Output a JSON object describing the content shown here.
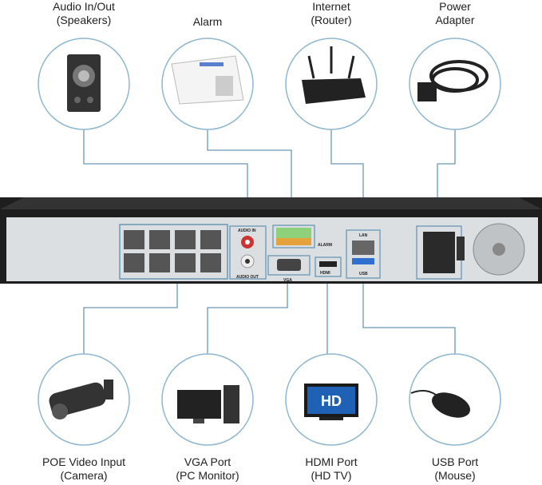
{
  "top_devices": [
    {
      "line1": "Audio In/Out",
      "line2": "(Speakers)",
      "icon": "speaker-icon"
    },
    {
      "line1": "Alarm",
      "line2": "",
      "icon": "alarm-panel-icon"
    },
    {
      "line1": "Internet",
      "line2": "(Router)",
      "icon": "router-icon"
    },
    {
      "line1": "Power",
      "line2": "Adapter",
      "icon": "power-cable-icon"
    }
  ],
  "bottom_devices": [
    {
      "line1": "POE Video Input",
      "line2": "(Camera)",
      "icon": "camera-icon"
    },
    {
      "line1": "VGA Port",
      "line2": "(PC Monitor)",
      "icon": "pc-monitor-icon"
    },
    {
      "line1": "HDMI Port",
      "line2": "(HD TV)",
      "icon": "hd-tv-icon"
    },
    {
      "line1": "USB Port",
      "line2": "(Mouse)",
      "icon": "mouse-icon"
    }
  ],
  "panel_labels": {
    "audio_in": "AUDIO IN",
    "audio_out": "AUDIO OUT",
    "alarm": "ALARM",
    "vga": "VGA",
    "hdmi": "HDMI",
    "lan": "LAN",
    "usb": "USB"
  },
  "tv_badge": "HD",
  "colors": {
    "line": "#6a97b5",
    "circle": "#8fb7d0",
    "device_body": "#1e1e1e",
    "panel": "#dcdfe2"
  }
}
